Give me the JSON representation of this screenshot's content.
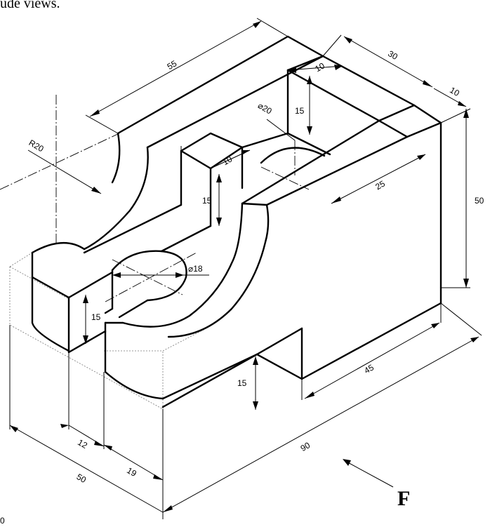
{
  "caption": "ude views.",
  "dimensions": {
    "d55": "55",
    "d30": "30",
    "d10_top": "10",
    "d10_right": "10",
    "d15_slot": "15",
    "d20_dia": "⌀20",
    "dR20": "R20",
    "d10_block": "10",
    "d25": "25",
    "d50_height": "50",
    "d15_block": "15",
    "d18_dia": "⌀18",
    "d15_left": "15",
    "d15_notch": "15",
    "d45": "45",
    "d12": "12",
    "d19": "19",
    "d50_base": "50",
    "d90": "90"
  },
  "view_label": "F",
  "corner_mark": "0"
}
